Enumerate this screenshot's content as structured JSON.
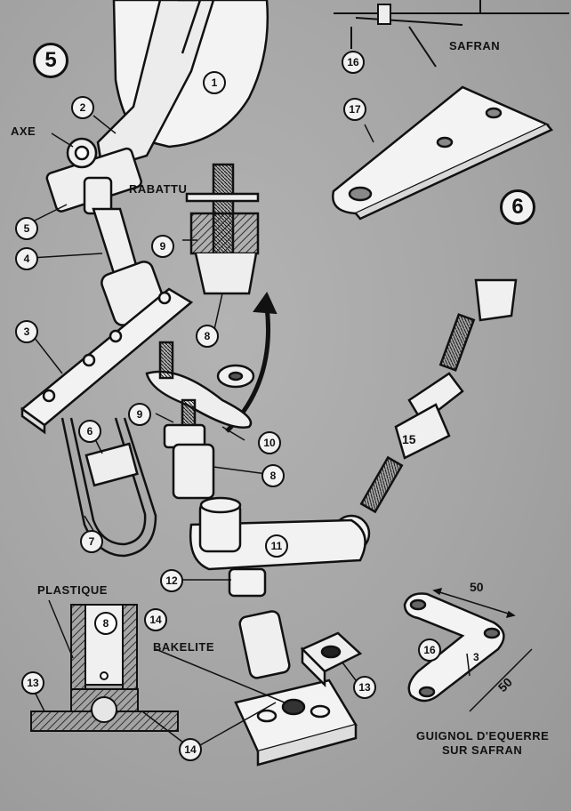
{
  "figure_numbers": {
    "fig5": "5",
    "fig6": "6"
  },
  "labels": {
    "axe": "AXE",
    "rabattu": "RABATTU",
    "safran": "SAFRAN",
    "plastique": "PLASTIQUE",
    "bakelite": "BAKELITE",
    "caption_line1": "GUIGNOL D'EQUERRE",
    "caption_line2": "SUR SAFRAN"
  },
  "dimensions": {
    "top": "50",
    "side": "50",
    "thickness": "3"
  },
  "part_numbers": {
    "p1": "1",
    "p2": "2",
    "p3": "3",
    "p4": "4",
    "p5": "5",
    "p6": "6",
    "p7": "7",
    "p8a": "8",
    "p8b": "8",
    "p8c": "8",
    "p9a": "9",
    "p9b": "9",
    "p10": "10",
    "p11": "11",
    "p12": "12",
    "p13a": "13",
    "p13b": "13",
    "p14a": "14",
    "p14b": "14",
    "p15": "15",
    "p16a": "16",
    "p16b": "16",
    "p17": "17"
  }
}
